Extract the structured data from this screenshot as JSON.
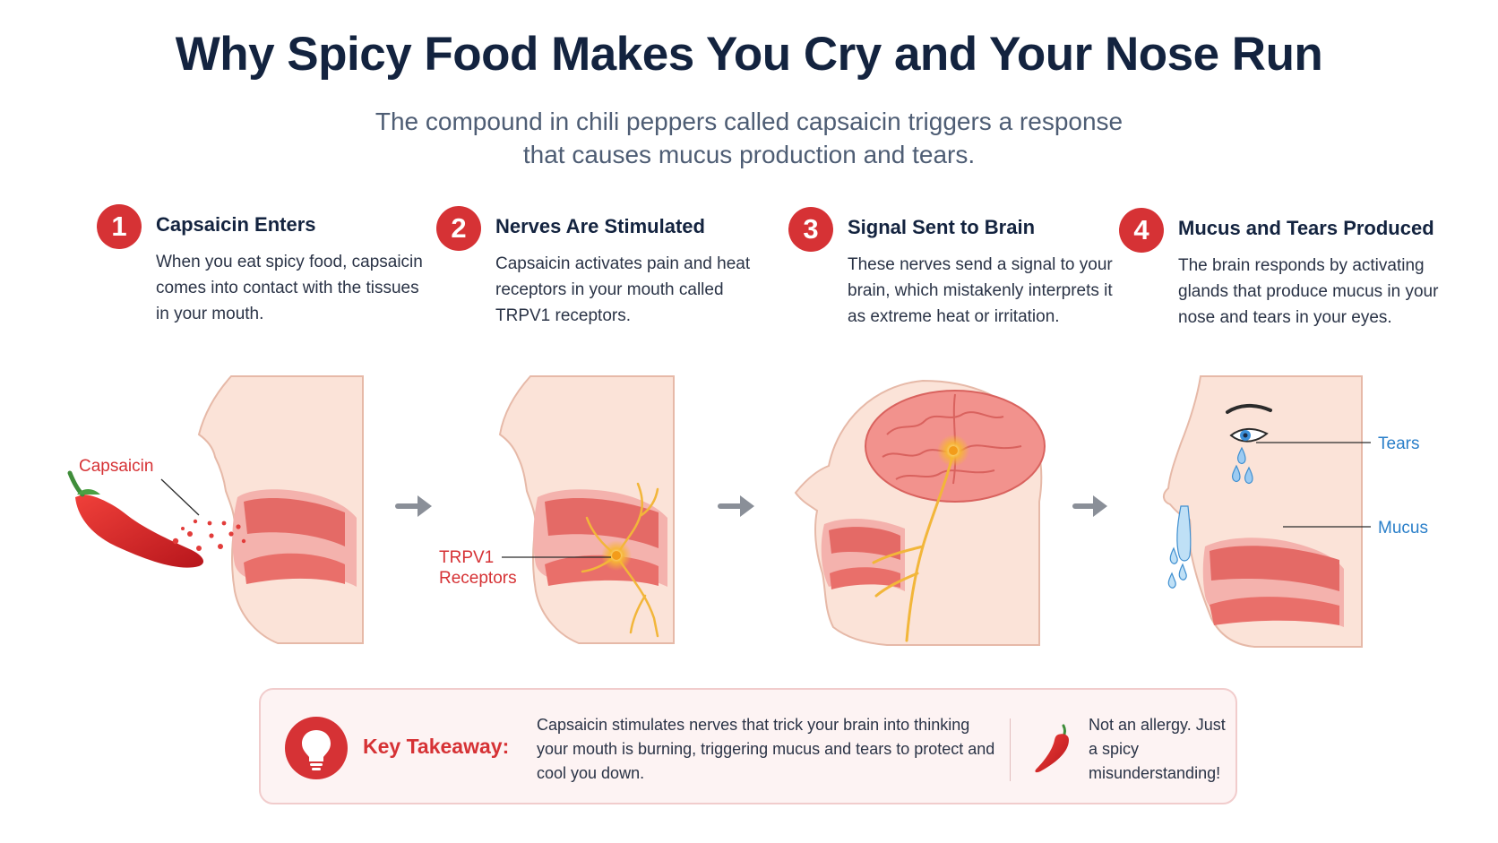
{
  "title": "Why Spicy Food Makes You Cry and Your Nose Run",
  "subtitle": {
    "line1": "The compound in chili peppers called capsaicin triggers a response",
    "line2": "that causes mucus production and tears."
  },
  "steps": [
    {
      "number": "1",
      "title": "Capsaicin Enters",
      "text": "When you eat spicy food, capsaicin comes into contact with the tissues in your mouth."
    },
    {
      "number": "2",
      "title": "Nerves Are Stimulated",
      "text": "Capsaicin activates pain and heat receptors in your mouth called TRPV1 receptors."
    },
    {
      "number": "3",
      "title": "Signal Sent to Brain",
      "text": "These nerves send a signal to your brain, which mistakenly interprets it as extreme heat or irritation."
    },
    {
      "number": "4",
      "title": "Mucus and Tears Produced",
      "text": "The brain responds by activating glands that produce mucus in your nose and tears in your eyes."
    }
  ],
  "labels": {
    "capsaicin": "Capsaicin",
    "trpv1_line1": "TRPV1",
    "trpv1_line2": "Receptors",
    "tears": "Tears",
    "mucus": "Mucus"
  },
  "takeaway": {
    "label": "Key Takeaway:",
    "text": "Capsaicin stimulates nerves that trick your brain into thinking your mouth is burning, triggering mucus and tears to protect and cool you down.",
    "note": "Not an allergy. Just a spicy misunderstanding!"
  },
  "colors": {
    "accent_red": "#d63235",
    "title_navy": "#13233f",
    "label_blue": "#2a7fc9",
    "nerve_yellow": "#f2b63a",
    "skin": "#fbe3d8"
  }
}
